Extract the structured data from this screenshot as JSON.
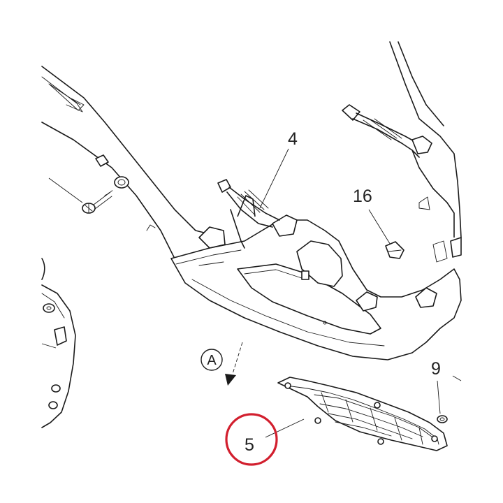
{
  "diagram": {
    "callouts": {
      "part_4": "4",
      "part_16": "16",
      "part_9": "9",
      "part_5": "5",
      "view_a": "A"
    },
    "colors": {
      "line": "#1a1a1a",
      "highlight": "#d21f2e",
      "background": "#ffffff"
    }
  }
}
